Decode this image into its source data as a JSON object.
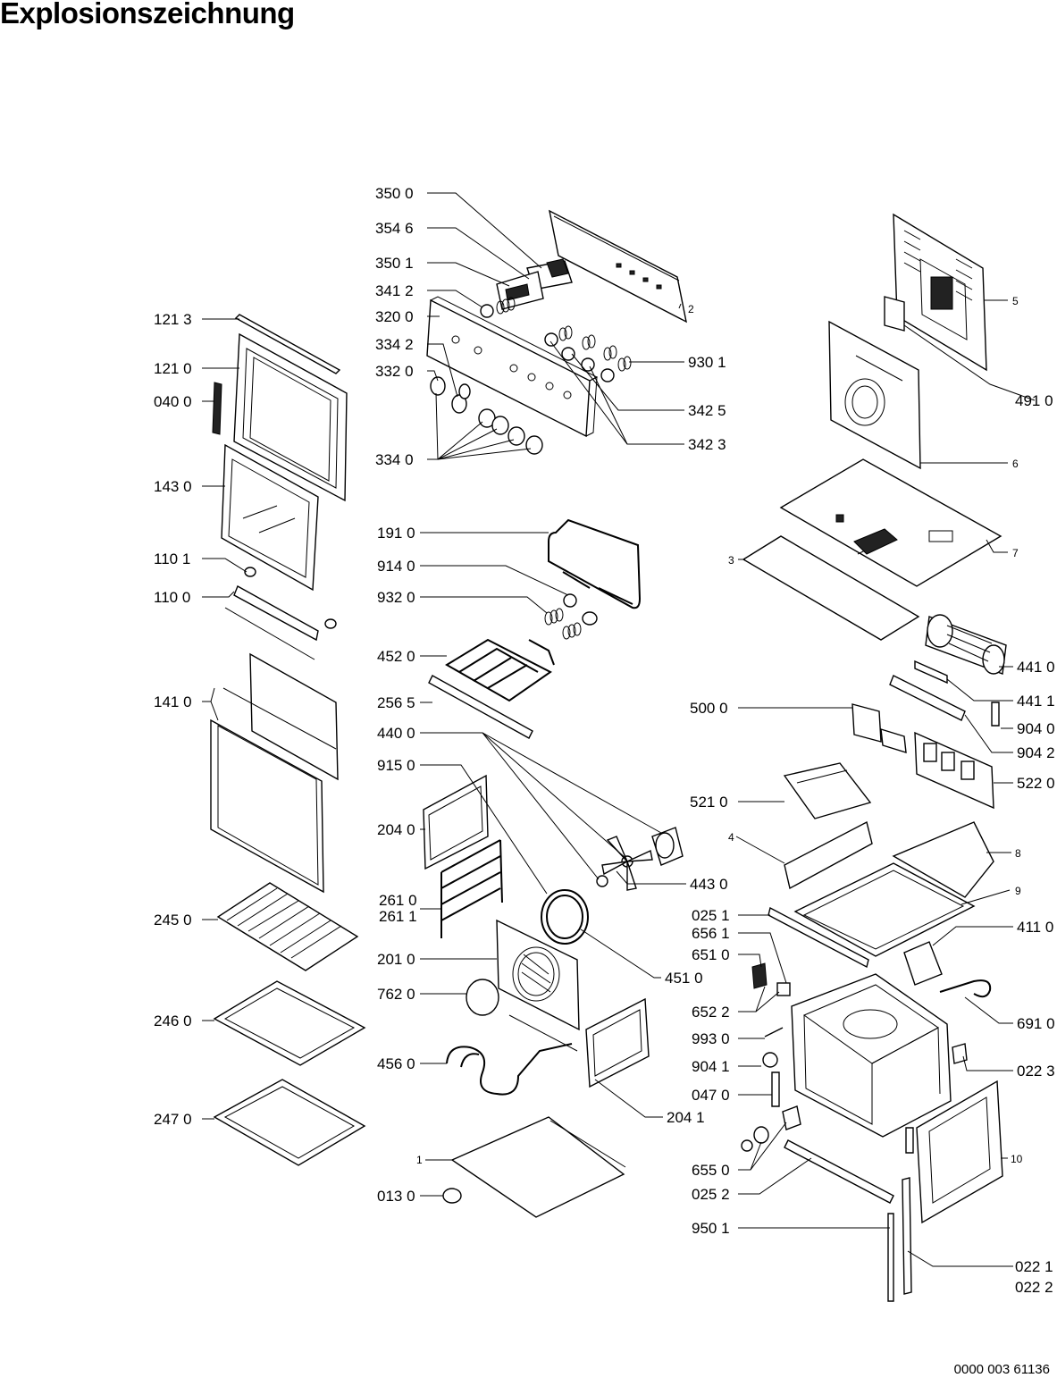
{
  "title": "Explosionszeichnung",
  "doc_number": "0000 003 61136",
  "labels": [
    {
      "id": "l3500",
      "text": "350 0"
    },
    {
      "id": "l3546",
      "text": "354 6"
    },
    {
      "id": "l3501",
      "text": "350 1"
    },
    {
      "id": "l3412",
      "text": "341 2"
    },
    {
      "id": "l3200",
      "text": "320 0"
    },
    {
      "id": "l3342",
      "text": "334 2"
    },
    {
      "id": "l3320",
      "text": "332 0"
    },
    {
      "id": "l3340",
      "text": "334 0"
    },
    {
      "id": "l9301",
      "text": "930 1"
    },
    {
      "id": "l3425",
      "text": "342 5"
    },
    {
      "id": "l3423",
      "text": "342 3"
    },
    {
      "id": "l2",
      "text": "2"
    },
    {
      "id": "l1213",
      "text": "121 3"
    },
    {
      "id": "l1210",
      "text": "121 0"
    },
    {
      "id": "l0400",
      "text": "040 0"
    },
    {
      "id": "l1430",
      "text": "143 0"
    },
    {
      "id": "l1101",
      "text": "110 1"
    },
    {
      "id": "l1100",
      "text": "110 0"
    },
    {
      "id": "l1410",
      "text": "141 0"
    },
    {
      "id": "l2450",
      "text": "245 0"
    },
    {
      "id": "l2460",
      "text": "246 0"
    },
    {
      "id": "l2470",
      "text": "247 0"
    },
    {
      "id": "l1910",
      "text": "191 0"
    },
    {
      "id": "l9140",
      "text": "914 0"
    },
    {
      "id": "l9320",
      "text": "932 0"
    },
    {
      "id": "l4520",
      "text": "452 0"
    },
    {
      "id": "l2565",
      "text": "256 5"
    },
    {
      "id": "l4400",
      "text": "440 0"
    },
    {
      "id": "l9150",
      "text": "915 0"
    },
    {
      "id": "l2040",
      "text": "204 0"
    },
    {
      "id": "l2610",
      "text": "261 0"
    },
    {
      "id": "l2611",
      "text": "261 1"
    },
    {
      "id": "l2010",
      "text": "201 0"
    },
    {
      "id": "l7620",
      "text": "762 0"
    },
    {
      "id": "l4560",
      "text": "456 0"
    },
    {
      "id": "l1",
      "text": "1"
    },
    {
      "id": "l0130",
      "text": "013 0"
    },
    {
      "id": "l4430",
      "text": "443 0"
    },
    {
      "id": "l4510",
      "text": "451 0"
    },
    {
      "id": "l2041",
      "text": "204 1"
    },
    {
      "id": "l5",
      "text": "5"
    },
    {
      "id": "l4910",
      "text": "491 0"
    },
    {
      "id": "l6",
      "text": "6"
    },
    {
      "id": "l7",
      "text": "7"
    },
    {
      "id": "l3",
      "text": "3"
    },
    {
      "id": "l4410",
      "text": "441 0"
    },
    {
      "id": "l4411",
      "text": "441 1"
    },
    {
      "id": "l5000",
      "text": "500 0"
    },
    {
      "id": "l9040",
      "text": "904 0"
    },
    {
      "id": "l9042",
      "text": "904 2"
    },
    {
      "id": "l5220",
      "text": "522 0"
    },
    {
      "id": "l5210",
      "text": "521 0"
    },
    {
      "id": "l4",
      "text": "4"
    },
    {
      "id": "l8",
      "text": "8"
    },
    {
      "id": "l9",
      "text": "9"
    },
    {
      "id": "l0251",
      "text": "025 1"
    },
    {
      "id": "l6561",
      "text": "656 1"
    },
    {
      "id": "l6510",
      "text": "651 0"
    },
    {
      "id": "l4110",
      "text": "411 0"
    },
    {
      "id": "l6522",
      "text": "652 2"
    },
    {
      "id": "l9930",
      "text": "993 0"
    },
    {
      "id": "l6910",
      "text": "691 0"
    },
    {
      "id": "l9041",
      "text": "904 1"
    },
    {
      "id": "l0223",
      "text": "022 3"
    },
    {
      "id": "l0470",
      "text": "047 0"
    },
    {
      "id": "l6550",
      "text": "655 0"
    },
    {
      "id": "l10",
      "text": "10"
    },
    {
      "id": "l0252",
      "text": "025 2"
    },
    {
      "id": "l9501",
      "text": "950 1"
    },
    {
      "id": "l0221",
      "text": "022 1"
    },
    {
      "id": "l0222",
      "text": "022 2"
    }
  ]
}
